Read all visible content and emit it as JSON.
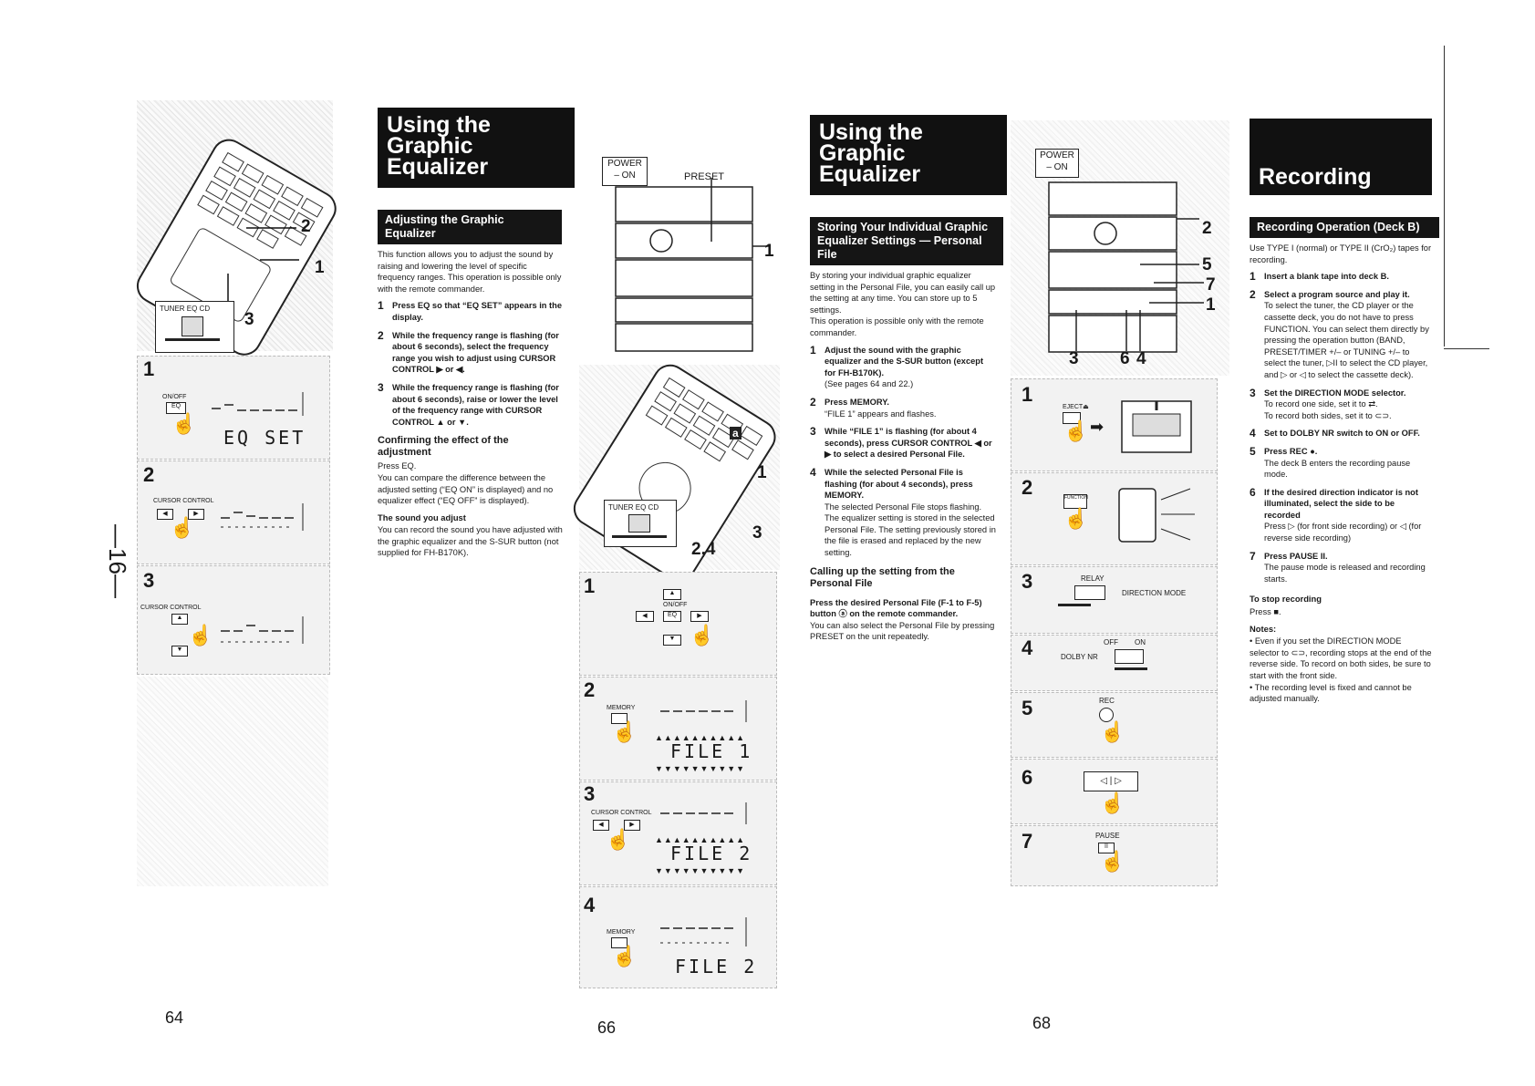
{
  "vertical_page_label": "—16—",
  "page_numbers": {
    "left": "64",
    "middle": "66",
    "right": "68"
  },
  "sec1": {
    "header": "Using the\nGraphic\nEqualizer",
    "subheader": "Adjusting the Graphic Equalizer",
    "intro": "This function allows you to adjust the sound by raising and lowering the level of specific frequency ranges. This operation is possible only with the remote commander.",
    "steps": [
      {
        "n": "1",
        "text": "Press EQ so that “EQ SET” appears in the display."
      },
      {
        "n": "2",
        "text": "While the frequency range is flashing (for about 6 seconds), select the frequency range you wish to adjust using CURSOR CONTROL ▶ or ◀."
      },
      {
        "n": "3",
        "text": "While the frequency range is flashing (for about 6 seconds), raise or lower the level of the frequency range with CURSOR CONTROL ▲ or ▼."
      }
    ],
    "confirm_title": "Confirming the effect of the adjustment",
    "confirm_text1": "Press EQ.",
    "confirm_text2": "You can compare the difference between the adjusted setting (“EQ ON” is displayed) and no equalizer effect (“EQ OFF” is displayed).",
    "tip_title": "The sound you adjust",
    "tip_text": "You can record the sound you have adjusted with the graphic equalizer and the S-SUR button (not supplied for FH-B170K)."
  },
  "fig1": {
    "tuner_label": "TUNER  EQ  CD",
    "callouts": [
      "2",
      "1",
      "3"
    ],
    "step_nums": [
      "1",
      "2",
      "3"
    ],
    "onoff": "ON/OFF",
    "eq_btn": "EQ",
    "eq_set": "EQ SET",
    "cursor_control": "CURSOR CONTROL"
  },
  "fig2": {
    "power_on": "POWER\n– ON",
    "preset": "PRESET",
    "callout_1": "1",
    "callout_a": "a",
    "callout_1b": "1",
    "callout_3": "3",
    "callout_24": "2,4",
    "tuner_label": "TUNER  EQ  CD",
    "step_nums": [
      "1",
      "2",
      "3",
      "4"
    ],
    "onoff": "ON/OFF",
    "eq_btn": "EQ",
    "memory": "MEMORY",
    "cursor_control": "CURSOR CONTROL",
    "file1": "FILE 1",
    "file2": "FILE 2",
    "file2b": "FILE 2"
  },
  "sec2": {
    "header": "Using the\nGraphic\nEqualizer",
    "subheader": "Storing Your Individual Graphic Equalizer Settings — Personal File",
    "intro1": "By storing your individual graphic equalizer setting in the Personal File, you can easily call up the setting at any time. You can store up to 5 settings.",
    "intro2": "This operation is possible only with the remote commander.",
    "steps": [
      {
        "n": "1",
        "text": "Adjust the sound with the graphic equalizer and the S-SUR button (except for FH-B170K).",
        "note": "(See pages 64 and 22.)"
      },
      {
        "n": "2",
        "text": "Press MEMORY.",
        "note": "“FILE 1” appears and flashes."
      },
      {
        "n": "3",
        "text": "While “FILE 1” is flashing (for about 4 seconds), press CURSOR CONTROL ◀ or ▶ to select a desired Personal File.",
        "note": ""
      },
      {
        "n": "4",
        "text": "While the selected Personal File is flashing (for about 4 seconds), press MEMORY.",
        "note": "The selected Personal File stops flashing.\nThe equalizer setting is stored in the selected Personal File. The setting previously stored in the file is erased and replaced by the new setting."
      }
    ],
    "callup_title": "Calling up the setting from the Personal File",
    "callup_text1": "Press the desired Personal File (F-1 to F-5) button ⓐ on the remote commander.",
    "callup_text2": "You can also select the Personal File by pressing PRESET on the unit repeatedly."
  },
  "fig3": {
    "power_on": "POWER\n– ON",
    "callouts": [
      "2",
      "5",
      "7",
      "1",
      "3",
      "6",
      "4"
    ],
    "step_nums": [
      "1",
      "2",
      "3",
      "4",
      "5",
      "6",
      "7"
    ],
    "eject": "EJECT⏏",
    "function": "FUNCTION",
    "relay": "RELAY",
    "direction_mode": "DIRECTION MODE",
    "off": "OFF",
    "on": "ON",
    "dolby_nr": "DOLBY NR",
    "rec": "REC",
    "pause": "PAUSE"
  },
  "sec3": {
    "header": "Recording",
    "subheader": "Recording Operation (Deck B)",
    "intro": "Use TYPE I (normal) or TYPE II (CrO₂) tapes for recording.",
    "steps": [
      {
        "n": "1",
        "text": "Insert a blank tape into deck B.",
        "note": ""
      },
      {
        "n": "2",
        "text": "Select a program source and play it.",
        "note": "To select the tuner, the CD player or the cassette deck, you do not have to press FUNCTION. You can select them directly by pressing the operation button (BAND, PRESET/TIMER +/– or TUNING +/– to select the tuner, ▷II to select the CD player, and ▷ or ◁ to select the cassette deck)."
      },
      {
        "n": "3",
        "text": "Set the DIRECTION MODE selector.",
        "note": "To record one side, set it to ⇄.\nTo record both sides, set it to ⊂⊃."
      },
      {
        "n": "4",
        "text": "Set to DOLBY NR switch to ON or OFF.",
        "note": ""
      },
      {
        "n": "5",
        "text": "Press REC ●.",
        "note": "The deck B enters the recording pause mode."
      },
      {
        "n": "6",
        "text": "If the desired direction indicator is not illuminated, select the side to be recorded",
        "note": "Press ▷ (for front side recording) or ◁ (for reverse side recording)"
      },
      {
        "n": "7",
        "text": "Press PAUSE II.",
        "note": "The pause mode is released and recording starts."
      }
    ],
    "stop_title": "To stop recording",
    "stop_text": "Press ■.",
    "notes_title": "Notes:",
    "notes": [
      "• Even if you set the DIRECTION MODE selector to ⊂⊃, recording stops at the end of the reverse side. To record on both sides, be sure to start with the front side.",
      "• The recording level is fixed and cannot be adjusted manually."
    ]
  }
}
